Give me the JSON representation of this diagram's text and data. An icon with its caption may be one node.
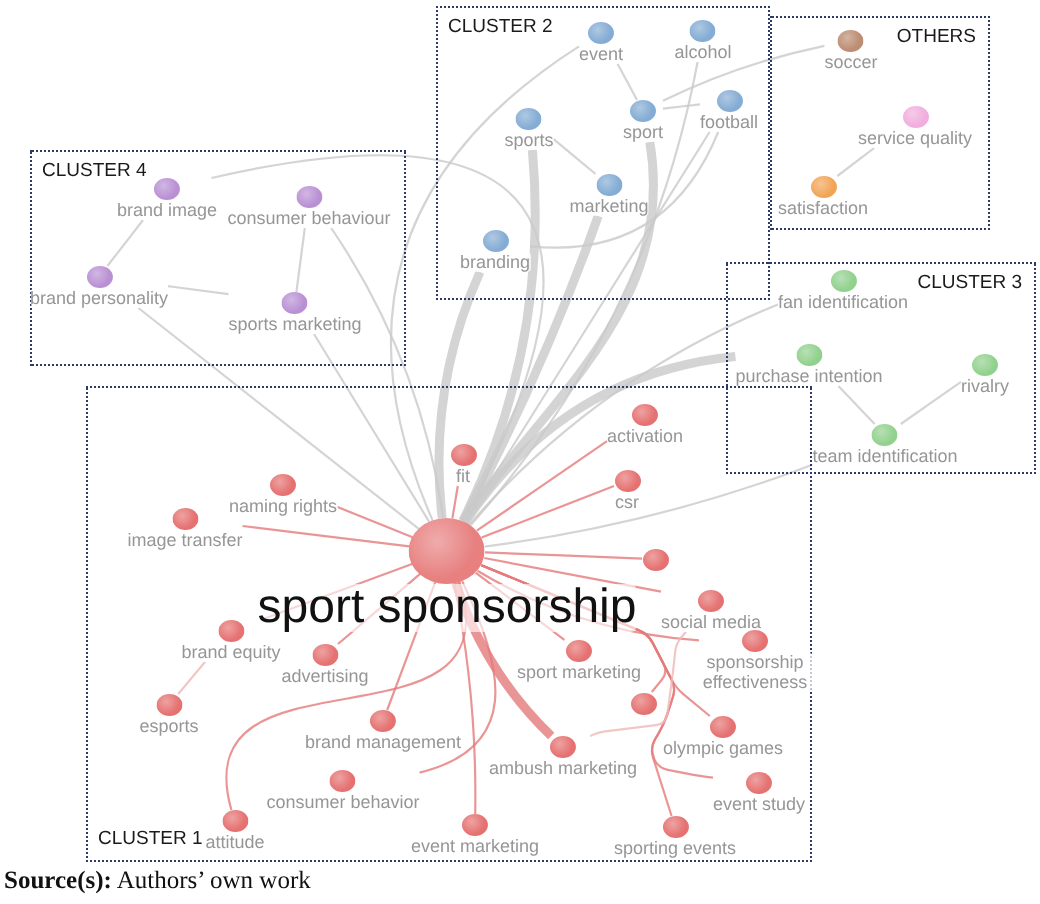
{
  "diagram": {
    "caption": "**Source(s):** Authors’ own work",
    "nodes": [
      {
        "text": [
          "CLUSTER 2"
        ]
      },
      {
        "text": [
          "event"
        ],
        "in": 0
      },
      {
        "text": [
          "alcohol"
        ],
        "in": 0
      },
      {
        "text": [
          "sports"
        ],
        "in": 0
      },
      {
        "text": [
          "sport"
        ],
        "in": 0
      },
      {
        "text": [
          "football"
        ],
        "in": 0
      },
      {
        "text": [
          "marketing"
        ],
        "in": 0
      },
      {
        "text": [
          "branding"
        ],
        "in": 0
      },
      {
        "text": [
          "OTHERS"
        ]
      },
      {
        "text": [
          "soccer"
        ],
        "in": 8
      },
      {
        "text": [
          "service quality"
        ],
        "in": 8
      },
      {
        "text": [
          "satisfaction"
        ],
        "in": 8
      },
      {
        "text": [
          "CLUSTER 4"
        ]
      },
      {
        "text": [
          "brand image"
        ],
        "in": 12
      },
      {
        "text": [
          "consumer behaviour"
        ],
        "in": 12
      },
      {
        "text": [
          "brand personality"
        ],
        "in": 12
      },
      {
        "text": [
          "sports marketing"
        ],
        "in": 12
      },
      {
        "text": [
          "CLUSTER 3"
        ]
      },
      {
        "text": [
          "fan identification"
        ],
        "in": 17
      },
      {
        "text": [
          "purchase intention"
        ],
        "in": 17
      },
      {
        "text": [
          "rivalry"
        ],
        "in": 17
      },
      {
        "text": [
          "team identification"
        ],
        "in": 17
      },
      {
        "text": [
          "CLUSTER 1"
        ]
      },
      {
        "text": [
          "activation"
        ],
        "in": 22
      },
      {
        "text": [
          "fit"
        ],
        "in": 22
      },
      {
        "text": [
          "csr"
        ],
        "in": 22
      },
      {
        "text": [
          "naming rights"
        ],
        "in": 22
      },
      {
        "text": [
          "image transfer"
        ],
        "in": 22
      },
      {
        "text": [
          "sport sponsorship"
        ],
        "in": 22
      },
      {
        "text": [],
        "shape": "circle",
        "in": 22
      },
      {
        "text": [
          "social media"
        ],
        "in": 22
      },
      {
        "text": [
          "brand equity"
        ],
        "in": 22
      },
      {
        "text": [
          "advertising"
        ],
        "in": 22
      },
      {
        "text": [
          "sport marketing"
        ],
        "in": 22
      },
      {
        "text": [
          "sponsorship effectiveness"
        ],
        "in": 22
      },
      {
        "text": [],
        "shape": "circle",
        "in": 22
      },
      {
        "text": [
          "esports"
        ],
        "in": 22
      },
      {
        "text": [
          "brand management"
        ],
        "in": 22
      },
      {
        "text": [
          "ambush marketing"
        ],
        "in": 22
      },
      {
        "text": [
          "olympic games"
        ],
        "in": 22
      },
      {
        "text": [
          "event study"
        ],
        "in": 22
      },
      {
        "text": [
          "consumer behavior"
        ],
        "in": 22
      },
      {
        "text": [
          "attitude"
        ],
        "in": 22
      },
      {
        "text": [
          "event marketing"
        ],
        "in": 22
      },
      {
        "text": [
          "sporting events"
        ],
        "in": 22
      }
    ],
    "edges": [
      {
        "from": 28,
        "to": 1,
        "arrow": "none"
      },
      {
        "from": 28,
        "to": 2,
        "arrow": "none"
      },
      {
        "from": 28,
        "to": 3,
        "arrow": "none",
        "style": "thick"
      },
      {
        "from": 28,
        "to": 4,
        "arrow": "none",
        "style": "thick"
      },
      {
        "from": 28,
        "to": 5,
        "arrow": "none"
      },
      {
        "from": 28,
        "to": 6,
        "arrow": "none",
        "style": "thick"
      },
      {
        "from": 28,
        "to": 7,
        "arrow": "none",
        "style": "thick"
      },
      {
        "from": 28,
        "to": 13,
        "arrow": "none"
      },
      {
        "from": 28,
        "to": 14,
        "arrow": "none"
      },
      {
        "from": 28,
        "to": 15,
        "arrow": "none"
      },
      {
        "from": 28,
        "to": 16,
        "arrow": "none"
      },
      {
        "from": 28,
        "to": 18,
        "arrow": "none"
      },
      {
        "from": 28,
        "to": 19,
        "arrow": "none",
        "style": "thick"
      },
      {
        "from": 28,
        "to": 21,
        "arrow": "none"
      },
      {
        "from": 28,
        "to": 23,
        "arrow": "none",
        "color": "#e57b7b"
      },
      {
        "from": 28,
        "to": 24,
        "arrow": "none",
        "color": "#e57b7b"
      },
      {
        "from": 28,
        "to": 25,
        "arrow": "none",
        "color": "#e57b7b"
      },
      {
        "from": 28,
        "to": 26,
        "arrow": "none",
        "color": "#e57b7b"
      },
      {
        "from": 28,
        "to": 27,
        "arrow": "none",
        "color": "#e57b7b"
      },
      {
        "from": 28,
        "to": 29,
        "arrow": "none",
        "color": "#e57b7b"
      },
      {
        "from": 28,
        "to": 30,
        "arrow": "none",
        "color": "#e57b7b"
      },
      {
        "from": 28,
        "to": 31,
        "arrow": "none",
        "color": "#e57b7b"
      },
      {
        "from": 28,
        "to": 32,
        "arrow": "none",
        "color": "#e57b7b"
      },
      {
        "from": 28,
        "to": 33,
        "arrow": "none",
        "color": "#e57b7b"
      },
      {
        "from": 28,
        "to": 34,
        "arrow": "none",
        "color": "#e57b7b"
      },
      {
        "from": 28,
        "to": 35,
        "arrow": "none",
        "color": "#e57b7b"
      },
      {
        "from": 31,
        "to": 36,
        "arrow": "none",
        "color": "#f0b8b8"
      },
      {
        "from": 28,
        "to": 37,
        "arrow": "none",
        "color": "#e57b7b"
      },
      {
        "from": 28,
        "to": 38,
        "arrow": "none",
        "style": "thick",
        "color": "#e57b7b"
      },
      {
        "from": 28,
        "to": 39,
        "arrow": "none",
        "color": "#e57b7b"
      },
      {
        "from": 28,
        "to": 40,
        "arrow": "none",
        "color": "#e57b7b"
      },
      {
        "from": 28,
        "to": 41,
        "arrow": "none",
        "color": "#e57b7b"
      },
      {
        "from": 28,
        "to": 42,
        "arrow": "none",
        "color": "#e57b7b"
      },
      {
        "from": 28,
        "to": 43,
        "arrow": "none",
        "color": "#e57b7b"
      },
      {
        "from": 28,
        "to": 44,
        "arrow": "none",
        "color": "#e57b7b"
      },
      {
        "from": 1,
        "to": 4,
        "arrow": "none"
      },
      {
        "from": 4,
        "to": 5,
        "arrow": "none"
      },
      {
        "from": 3,
        "to": 6,
        "arrow": "none"
      },
      {
        "from": 7,
        "to": 5,
        "arrow": "none"
      },
      {
        "from": 9,
        "to": 4,
        "arrow": "none"
      },
      {
        "from": 10,
        "to": 11,
        "arrow": "none"
      },
      {
        "from": 13,
        "to": 15,
        "arrow": "none"
      },
      {
        "from": 14,
        "to": 16,
        "arrow": "none"
      },
      {
        "from": 15,
        "to": 16,
        "arrow": "none"
      },
      {
        "from": 19,
        "to": 21,
        "arrow": "none"
      },
      {
        "from": 20,
        "to": 21,
        "arrow": "none"
      },
      {
        "from": 30,
        "to": 38,
        "arrow": "none",
        "color": "#f0b8b8"
      }
    ]
  }
}
